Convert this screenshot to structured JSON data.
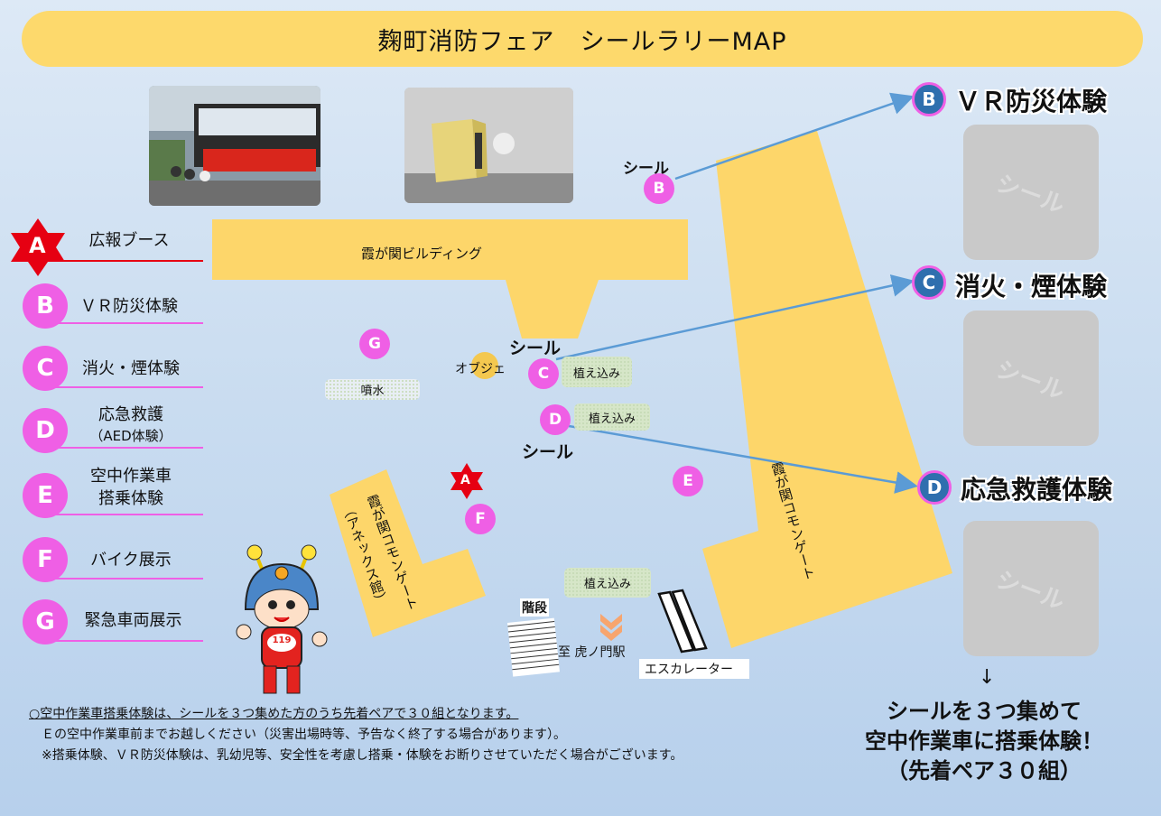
{
  "title": "麹町消防フェア　シールラリーMAP",
  "legend": [
    {
      "id": "A",
      "label": "広報ブース",
      "shape": "star",
      "color": "#e60012"
    },
    {
      "id": "B",
      "label": "ＶＲ防災体験",
      "shape": "circle",
      "color": "#ef5fe5"
    },
    {
      "id": "C",
      "label": "消火・煙体験",
      "shape": "circle",
      "color": "#ef5fe5"
    },
    {
      "id": "D",
      "label": "応急救護",
      "sublabel": "（AED体験）",
      "shape": "circle",
      "color": "#ef5fe5"
    },
    {
      "id": "E",
      "label": "空中作業車",
      "sublabel": "搭乗体験",
      "shape": "circle",
      "color": "#ef5fe5"
    },
    {
      "id": "F",
      "label": "バイク展示",
      "shape": "circle",
      "color": "#ef5fe5"
    },
    {
      "id": "G",
      "label": "緊急車両展示",
      "shape": "circle",
      "color": "#ef5fe5"
    }
  ],
  "map": {
    "buildings": {
      "kasumigaseki_building": "霞が関ビルディング",
      "common_gate": "霞が関コモンゲート",
      "annex_line1": "霞が関コモンゲート",
      "annex_line2": "（アネックス館）"
    },
    "labels": {
      "seal": "シール",
      "objet": "オブジェ",
      "fountain": "噴水",
      "planting": "植え込み",
      "stairs": "階段",
      "station": "至 虎ノ門駅",
      "escalator": "エスカレーター"
    },
    "pins": {
      "A": "A",
      "B": "B",
      "C": "C",
      "D": "D",
      "E": "E",
      "F": "F",
      "G": "G"
    },
    "mascot_badge": "119"
  },
  "right_panel": {
    "items": [
      {
        "id": "B",
        "title": "ＶＲ防災体験",
        "seal": "シール"
      },
      {
        "id": "C",
        "title": "消火・煙体験",
        "seal": "シール"
      },
      {
        "id": "D",
        "title": "応急救護体験",
        "seal": "シール"
      }
    ],
    "arrow": "↓",
    "cta": [
      "シールを３つ集めて",
      "空中作業車に搭乗体験！",
      "（先着ペア３０組）"
    ]
  },
  "notes": [
    "○空中作業車搭乗体験は、シールを３つ集めた方のうち先着ペアで３０組となります。",
    "Ｅの空中作業車前までお越しください（災害出場時等、予告なく終了する場合があります）。",
    "※搭乗体験、ＶＲ防災体験は、乳幼児等、安全性を考慮し搭乗・体験をお断りさせていただく場合がございます。"
  ],
  "colors": {
    "building": "#fdd66a",
    "pin": "#ef5fe5",
    "star": "#e60012",
    "arrow": "#5b9bd5",
    "panel_pin": "#2f6fae"
  }
}
